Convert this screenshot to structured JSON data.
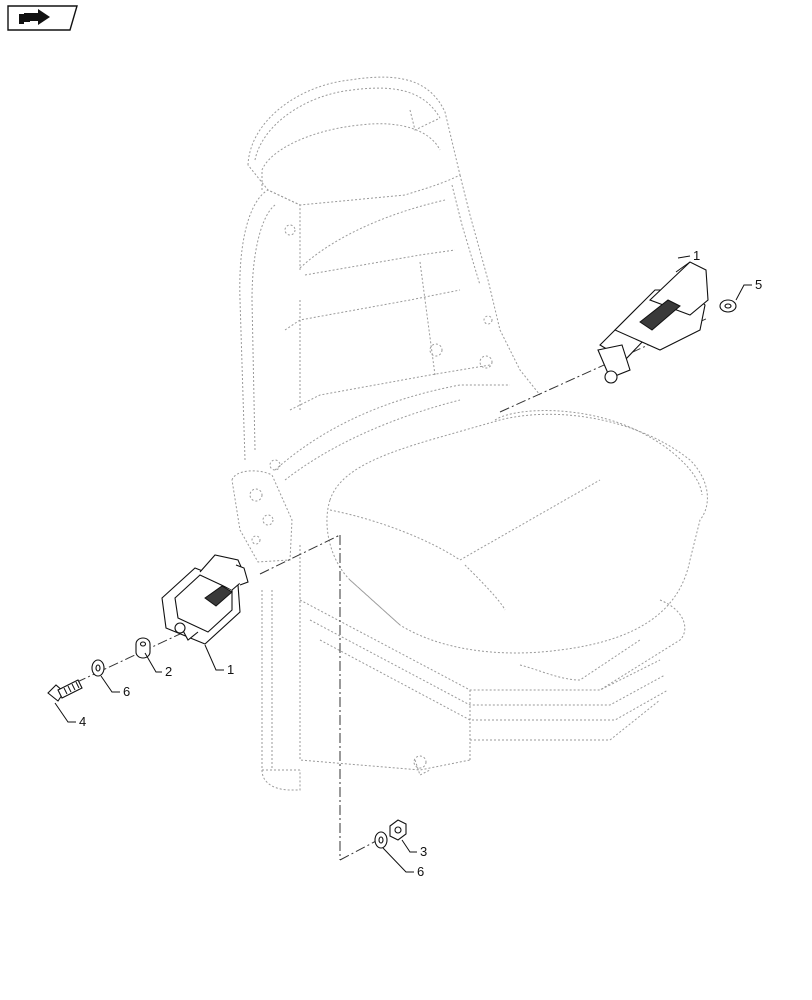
{
  "nav_icon": {
    "name": "arrow-hand-icon"
  },
  "callouts": {
    "belt_right_item": "1",
    "washer_right_item": "5",
    "buckle_item": "1",
    "spacer_item": "2",
    "bolt_item": "4",
    "washer_left_item": "6",
    "nut_item": "3",
    "washer_bottom_item": "6"
  }
}
